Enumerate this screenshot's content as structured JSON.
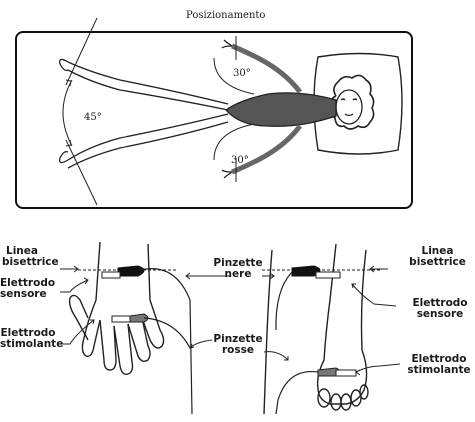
{
  "top_panel": {
    "title": "Posizionamento",
    "angle_arm_upper": "30°",
    "angle_arm_lower": "30°",
    "angle_legs": "45°"
  },
  "bottom_panel": {
    "left_labels": {
      "bisector_line": [
        "Linea",
        "bisettrice"
      ],
      "sensor_electrode": [
        "Elettrodo",
        "sensore"
      ],
      "stimulating_electrode": [
        "Elettrodo",
        "stimolante"
      ]
    },
    "center_labels": {
      "black_clips": [
        "Pinzette",
        "nere"
      ],
      "red_clips": [
        "Pinzette",
        "rosse"
      ]
    },
    "right_labels": {
      "bisector_line": [
        "Linea",
        "bisettrice"
      ],
      "sensor_electrode": [
        "Elettrodo",
        "sensore"
      ],
      "stimulating_electrode": [
        "Elettrodo",
        "stimolante"
      ]
    }
  }
}
